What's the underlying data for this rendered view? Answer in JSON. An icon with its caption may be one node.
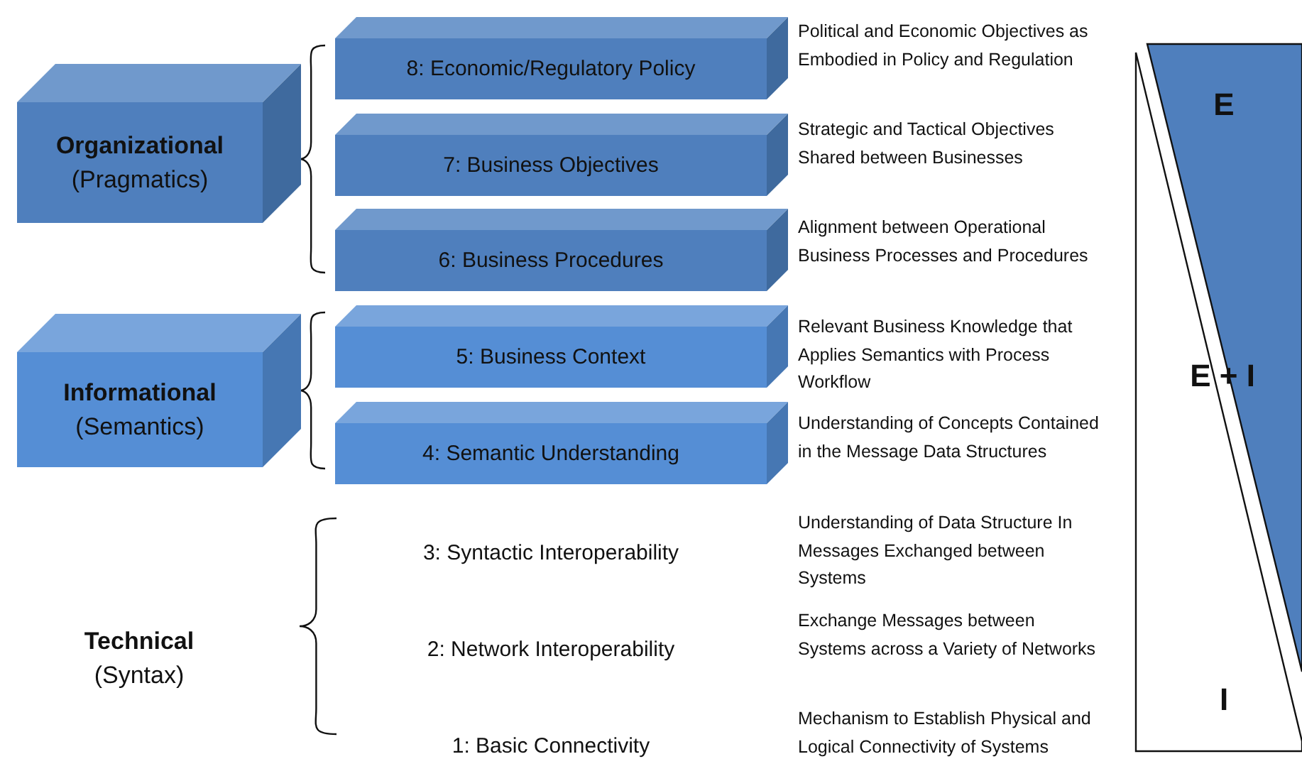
{
  "diagram": {
    "nodes": [
      {
        "text": [
          "Organizational",
          "(Pragmatics)"
        ]
      },
      {
        "text": [
          "8: Economic/Regulatory Policy"
        ],
        "beside": [
          "Political and Economic Objectives as Embodied in Policy and Regulation"
        ]
      },
      {
        "text": [
          "7: Business Objectives"
        ],
        "beside": [
          "Strategic and Tactical Objectives Shared between Businesses"
        ]
      },
      {
        "text": [
          "6: Business Procedures"
        ],
        "beside": [
          "Alignment between Operational Business Processes and Procedures"
        ]
      },
      {
        "text": [
          "Informational",
          "(Semantics)"
        ]
      },
      {
        "text": [
          "5: Business Context"
        ],
        "beside": [
          "Relevant Business Knowledge that Applies Semantics with Process Workflow"
        ]
      },
      {
        "text": [
          "4: Semantic Understanding"
        ],
        "beside": [
          "Understanding of Concepts Contained in the Message Data Structures"
        ]
      },
      {
        "text": [
          "Technical",
          "(Syntax)"
        ]
      },
      {
        "text": [
          "3: Syntactic Interoperability"
        ]
      },
      {
        "text": [
          "2: Network Interoperability"
        ]
      },
      {
        "text": [
          "1: Basic Connectivity"
        ]
      },
      {
        "text": [
          "E"
        ]
      },
      {
        "text": [
          "I"
        ]
      }
    ],
    "edges": [],
    "labels": [
      "E + I",
      "Understanding of Data Structure In Messages Exchanged between Systems",
      "Exchange Messages between Systems across a Variety of Networks",
      "Mechanism to Establish Physical and Logical Connectivity of Systems"
    ]
  }
}
